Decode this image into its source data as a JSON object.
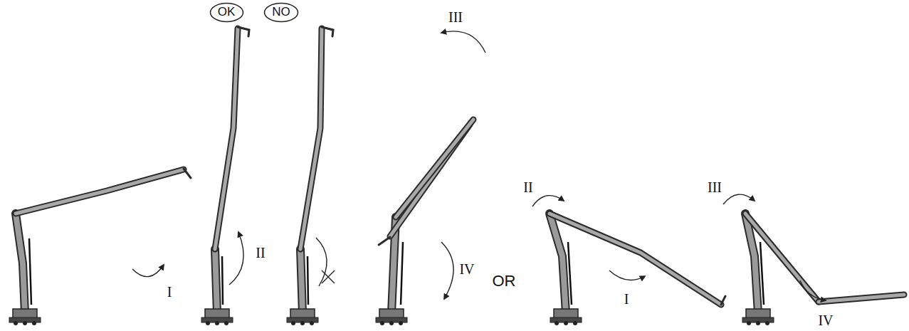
{
  "diagram": {
    "nodes": [
      {
        "text": [
          "OK"
        ]
      },
      {
        "text": [
          "NO"
        ]
      }
    ],
    "labels": [
      "I",
      "II",
      "III",
      "IV",
      "OR",
      "II",
      "I",
      "III",
      "IV"
    ]
  }
}
